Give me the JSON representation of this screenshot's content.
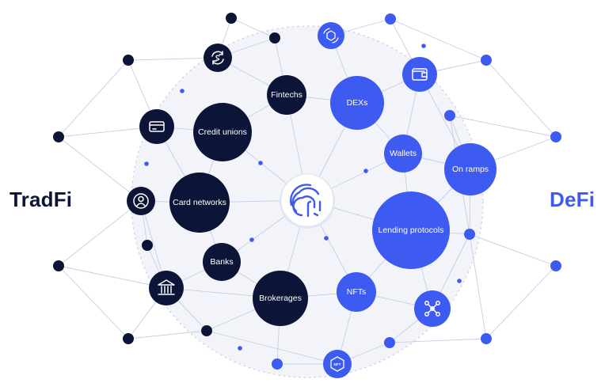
{
  "left_label": "TradFi",
  "right_label": "DeFi",
  "colors": {
    "navy": "#0c1537",
    "blue": "#3d5af1",
    "edge": "#c7cde4",
    "halo": "#f3f4f9"
  },
  "nodes": [
    {
      "id": "hub",
      "label": "",
      "icon": "fingerprint-logo-icon",
      "kind": "hub"
    },
    {
      "id": "fintechs",
      "label": "Fintechs",
      "kind": "navy"
    },
    {
      "id": "credit-unions",
      "label": "Credit unions",
      "kind": "navy"
    },
    {
      "id": "card-networks",
      "label": "Card networks",
      "kind": "navy"
    },
    {
      "id": "banks",
      "label": "Banks",
      "kind": "navy"
    },
    {
      "id": "brokerages",
      "label": "Brokerages",
      "kind": "navy"
    },
    {
      "id": "dexs",
      "label": "DEXs",
      "kind": "blue"
    },
    {
      "id": "wallets",
      "label": "Wallets",
      "kind": "blue"
    },
    {
      "id": "on-ramps",
      "label": "On ramps",
      "kind": "blue"
    },
    {
      "id": "lending-protocols",
      "label": "Lending protocols",
      "kind": "blue"
    },
    {
      "id": "nfts",
      "label": "NFTs",
      "kind": "blue"
    },
    {
      "id": "dollar-cycle",
      "label": "",
      "icon": "dollar-cycle-icon",
      "kind": "navy"
    },
    {
      "id": "card",
      "label": "",
      "icon": "credit-card-icon",
      "kind": "navy"
    },
    {
      "id": "user",
      "label": "",
      "icon": "user-icon",
      "kind": "navy"
    },
    {
      "id": "bank-building",
      "label": "",
      "icon": "bank-building-icon",
      "kind": "navy"
    },
    {
      "id": "crypto-cycle",
      "label": "",
      "icon": "crypto-cycle-icon",
      "kind": "blue"
    },
    {
      "id": "wallet",
      "label": "",
      "icon": "wallet-icon",
      "kind": "blue"
    },
    {
      "id": "network",
      "label": "",
      "icon": "network-icon",
      "kind": "blue"
    },
    {
      "id": "nft-badge",
      "label": "",
      "icon": "nft-badge-icon",
      "kind": "blue"
    }
  ]
}
